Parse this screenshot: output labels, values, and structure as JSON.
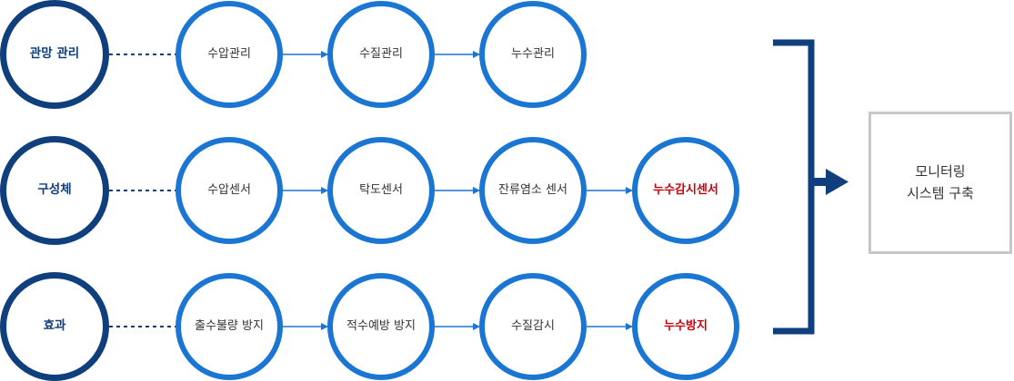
{
  "rows": [
    {
      "head": "관망 관리",
      "steps": [
        {
          "label": "수압관리",
          "highlight": false
        },
        {
          "label": "수질관리",
          "highlight": false
        },
        {
          "label": "누수관리",
          "highlight": false
        }
      ]
    },
    {
      "head": "구성체",
      "steps": [
        {
          "label": "수압센서",
          "highlight": false
        },
        {
          "label": "탁도센서",
          "highlight": false
        },
        {
          "label": "잔류염소 센서",
          "highlight": false
        },
        {
          "label": "누수감시센서",
          "highlight": true
        }
      ]
    },
    {
      "head": "효과",
      "steps": [
        {
          "label": "출수불량 방지",
          "highlight": false
        },
        {
          "label": "적수예방 방지",
          "highlight": false
        },
        {
          "label": "수질감시",
          "highlight": false
        },
        {
          "label": "누수방지",
          "highlight": true
        }
      ]
    }
  ],
  "result": {
    "line1": "모니터링",
    "line2": "시스템 구축"
  },
  "colors": {
    "head_border": "#0f3f7d",
    "step_border": "#1a76d2",
    "highlight_text": "#c8000a",
    "bracket": "#0f3f7d",
    "result_border": "#c7c7c7"
  }
}
